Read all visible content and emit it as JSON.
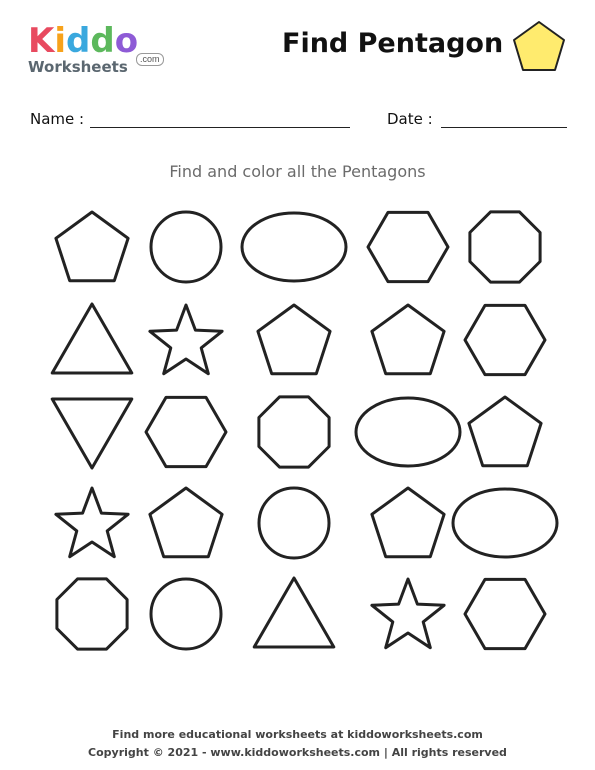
{
  "logo": {
    "letters": [
      {
        "char": "K",
        "color": "#e84a5f"
      },
      {
        "char": "i",
        "color": "#f7a21b"
      },
      {
        "char": "d",
        "color": "#3aa8de"
      },
      {
        "char": "d",
        "color": "#5cb85c"
      },
      {
        "char": "o",
        "color": "#8e5bd6"
      }
    ],
    "com": ".com",
    "worksheets": "Worksheets"
  },
  "header": {
    "title": "Find Pentagon",
    "title_shape_color": "#ffeb6e"
  },
  "fields": {
    "name_label": "Name :",
    "date_label": "Date :"
  },
  "instruction": "Find and color all the Pentagons",
  "shape_rows": [
    [
      "pentagon",
      "circle",
      "ellipse",
      "hexagon",
      "octagon"
    ],
    [
      "triangle",
      "star",
      "pentagon",
      "pentagon",
      "hexagon"
    ],
    [
      "triangle-down",
      "hexagon",
      "octagon",
      "ellipse",
      "pentagon"
    ],
    [
      "star",
      "pentagon",
      "circle",
      "pentagon",
      "ellipse"
    ],
    [
      "octagon",
      "circle",
      "triangle",
      "star",
      "hexagon"
    ]
  ],
  "footer": {
    "line1": "Find more educational worksheets at kiddoworksheets.com",
    "line2": "Copyright © 2021 - www.kiddoworksheets.com  |  All rights reserved"
  }
}
